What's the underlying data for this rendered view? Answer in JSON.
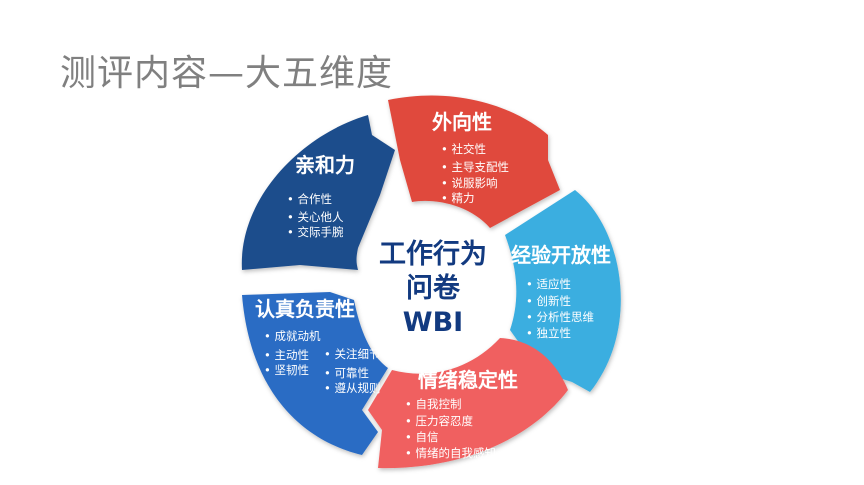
{
  "title": "测评内容—大五维度",
  "center": {
    "lines": [
      "工作行为",
      "问卷",
      "WBI"
    ]
  },
  "segments": {
    "extraversion": {
      "title": "外向性",
      "color": "#e04a3e",
      "items": [
        "社交性",
        "主导支配性",
        "说服影响",
        "精力"
      ]
    },
    "openness": {
      "title": "经验开放性",
      "color": "#3aaee0",
      "items": [
        "适应性",
        "创新性",
        "分析性思维",
        "独立性"
      ]
    },
    "stability": {
      "title": "情绪稳定性",
      "color": "#f06060",
      "items": [
        "自我控制",
        "压力容忍度",
        "自信",
        "情绪的自我感知"
      ]
    },
    "conscientiousness": {
      "title": "认真负责性",
      "color": "#2b6cc4",
      "items_left": [
        "成就动机",
        "主动性",
        "坚韧性"
      ],
      "items_right": [
        "关注细节",
        "可靠性",
        "遵从规则"
      ]
    },
    "agreeableness": {
      "title": "亲和力",
      "color": "#1f4d8c",
      "items": [
        "合作性",
        "关心他人",
        "交际手腕"
      ]
    }
  }
}
